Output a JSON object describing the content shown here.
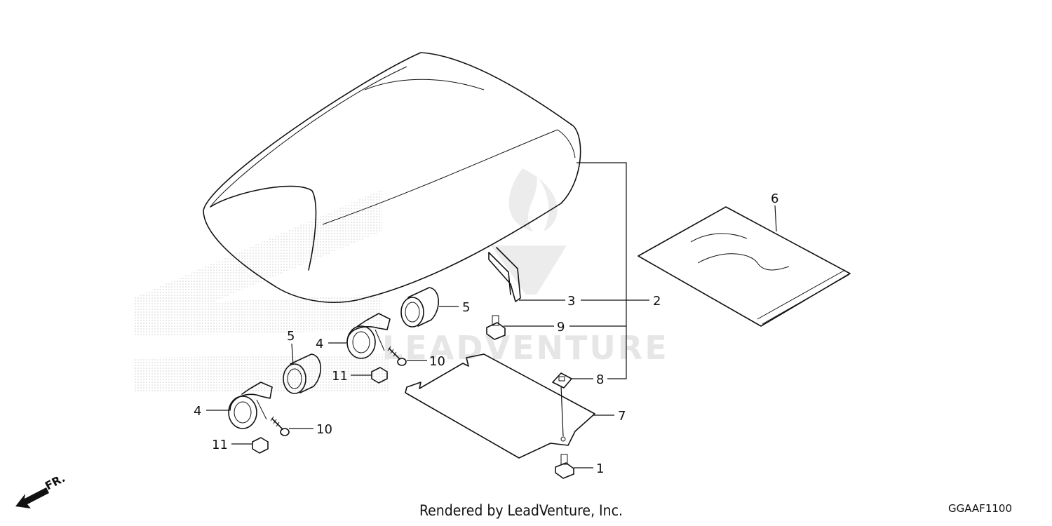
{
  "watermark": "LEADVENTURE",
  "direction_label": "FR.",
  "credit": "Rendered by LeadVenture, Inc.",
  "diagram_code": "GGAAF1100",
  "callouts": {
    "c1": "1",
    "c2": "2",
    "c3": "3",
    "c4a": "4",
    "c4b": "4",
    "c5a": "5",
    "c5b": "5",
    "c6": "6",
    "c7": "7",
    "c8": "8",
    "c9": "9",
    "c10a": "10",
    "c10b": "10",
    "c11a": "11",
    "c11b": "11"
  }
}
